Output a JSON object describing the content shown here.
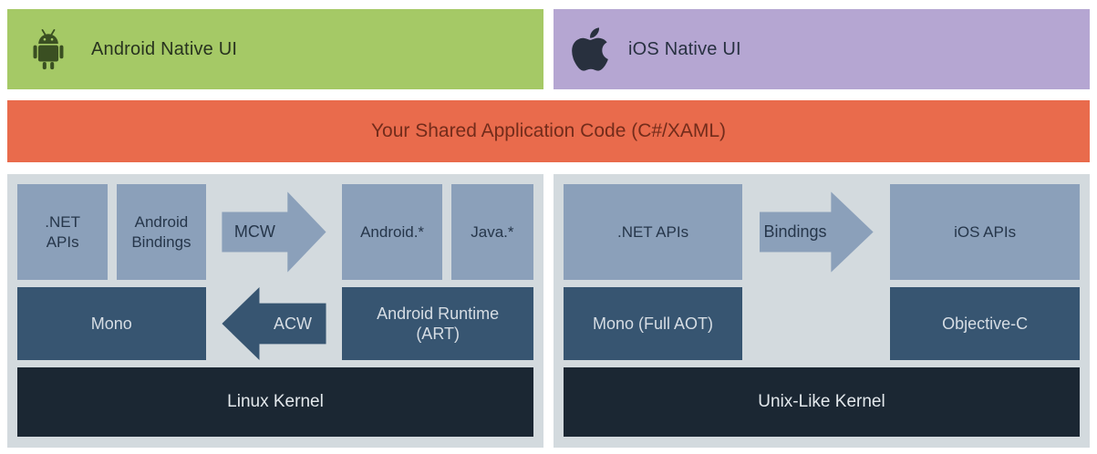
{
  "header": {
    "android_band": {
      "label": "Android Native UI",
      "icon": "android-robot",
      "bg": "#a5c966"
    },
    "ios_band": {
      "label": "iOS Native UI",
      "icon": "apple",
      "bg": "#b5a6d2"
    }
  },
  "shared_code_band": {
    "label": "Your Shared Application Code (C#/XAML)",
    "bg": "#e96b4c",
    "text_color": "#732c1b"
  },
  "android_panel": {
    "net_apis": ".NET APIs",
    "android_bindings": "Android Bindings",
    "mcw_arrow": "MCW",
    "android_star": "Android.*",
    "java_star": "Java.*",
    "mono": "Mono",
    "acw_arrow": "ACW",
    "android_runtime": "Android Runtime (ART)",
    "kernel": "Linux Kernel"
  },
  "ios_panel": {
    "net_apis": ".NET APIs",
    "bindings_arrow": "Bindings",
    "ios_apis": "iOS APIs",
    "mono_full_aot": "Mono (Full AOT)",
    "objective_c": "Objective-C",
    "kernel": "Unix-Like Kernel"
  },
  "colors": {
    "panel_bg": "#d3dade",
    "light_box_bg": "#8ba0ba",
    "light_box_text": "#26364a",
    "slate_box_bg": "#375571",
    "kernel_box_bg": "#1b2733",
    "light_text": "#d6dde4"
  }
}
